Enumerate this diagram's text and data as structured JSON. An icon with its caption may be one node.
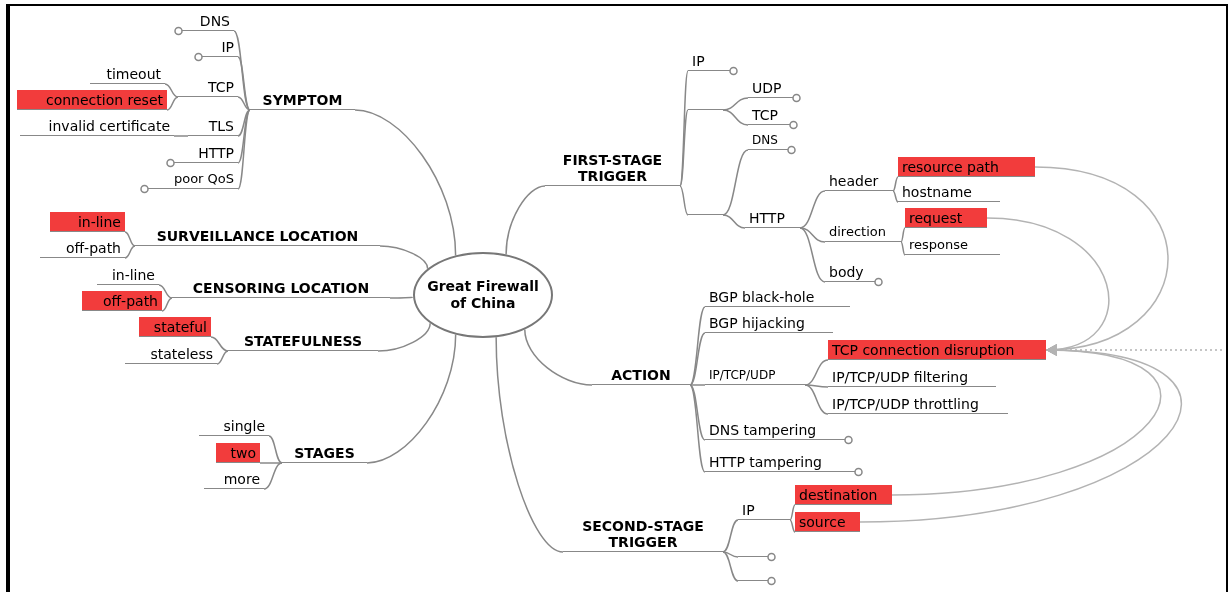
{
  "diagram": {
    "nodes": [
      {
        "text": [
          "Great Firewall of China"
        ]
      },
      {
        "text": [
          "SYMPTOM"
        ]
      },
      {
        "text": [
          "DNS"
        ]
      },
      {
        "text": [
          "IP"
        ]
      },
      {
        "text": [
          "TCP"
        ]
      },
      {
        "text": [
          "timeout"
        ]
      },
      {
        "text": [
          "connection reset"
        ]
      },
      {
        "text": [
          "TLS"
        ]
      },
      {
        "text": [
          "invalid certificate"
        ]
      },
      {
        "text": [
          "HTTP"
        ]
      },
      {
        "text": [
          "poor QoS"
        ]
      },
      {
        "text": [
          "SURVEILLANCE LOCATION"
        ]
      },
      {
        "text": [
          "in-line"
        ]
      },
      {
        "text": [
          "off-path"
        ]
      },
      {
        "text": [
          "CENSORING LOCATION"
        ]
      },
      {
        "text": [
          "in-line"
        ]
      },
      {
        "text": [
          "off-path"
        ]
      },
      {
        "text": [
          "STATEFULNESS"
        ]
      },
      {
        "text": [
          "stateful"
        ]
      },
      {
        "text": [
          "stateless"
        ]
      },
      {
        "text": [
          "STAGES"
        ]
      },
      {
        "text": [
          "single"
        ]
      },
      {
        "text": [
          "two"
        ]
      },
      {
        "text": [
          "more"
        ]
      },
      {
        "text": [
          "FIRST-STAGE TRIGGER"
        ]
      },
      {
        "text": [
          "IP"
        ]
      },
      {
        "text": [],
        "shape": "bar"
      },
      {
        "text": [
          "UDP"
        ]
      },
      {
        "text": [
          "TCP"
        ]
      },
      {
        "text": [],
        "shape": "bar"
      },
      {
        "text": [
          "DNS"
        ]
      },
      {
        "text": [
          "HTTP"
        ]
      },
      {
        "text": [
          "header"
        ]
      },
      {
        "text": [
          "resource path"
        ]
      },
      {
        "text": [
          "hostname"
        ]
      },
      {
        "text": [
          "direction"
        ]
      },
      {
        "text": [
          "request"
        ]
      },
      {
        "text": [
          "response"
        ]
      },
      {
        "text": [
          "body"
        ]
      },
      {
        "text": [
          "ACTION"
        ]
      },
      {
        "text": [
          "BGP black-hole"
        ]
      },
      {
        "text": [
          "BGP hijacking"
        ]
      },
      {
        "text": [
          "IP/TCP/UDP"
        ]
      },
      {
        "text": [
          "TCP connection disruption"
        ]
      },
      {
        "text": [
          "IP/TCP/UDP filtering"
        ]
      },
      {
        "text": [
          "IP/TCP/UDP throttling"
        ]
      },
      {
        "text": [
          "DNS tampering"
        ]
      },
      {
        "text": [
          "HTTP tampering"
        ]
      },
      {
        "text": [
          "SECOND-STAGE TRIGGER"
        ]
      },
      {
        "text": [
          "IP"
        ]
      },
      {
        "text": [
          "destination"
        ]
      },
      {
        "text": [
          "source"
        ]
      },
      {
        "text": [],
        "shape": "bar"
      },
      {
        "text": [],
        "shape": "bar"
      }
    ],
    "edges": [
      {
        "from": 0,
        "to": 1,
        "arrow": "none"
      },
      {
        "from": 0,
        "to": 11,
        "arrow": "none"
      },
      {
        "from": 0,
        "to": 14,
        "arrow": "none"
      },
      {
        "from": 0,
        "to": 17,
        "arrow": "none"
      },
      {
        "from": 0,
        "to": 20,
        "arrow": "none"
      },
      {
        "from": 0,
        "to": 24,
        "arrow": "none"
      },
      {
        "from": 0,
        "to": 39,
        "arrow": "none"
      },
      {
        "from": 0,
        "to": 48,
        "arrow": "none"
      },
      {
        "from": 1,
        "to": 2,
        "arrow": "none"
      },
      {
        "from": 1,
        "to": 3,
        "arrow": "none"
      },
      {
        "from": 1,
        "to": 4,
        "arrow": "none"
      },
      {
        "from": 1,
        "to": 7,
        "arrow": "none"
      },
      {
        "from": 1,
        "to": 9,
        "arrow": "none"
      },
      {
        "from": 1,
        "to": 10,
        "arrow": "none"
      },
      {
        "from": 4,
        "to": 5,
        "arrow": "none"
      },
      {
        "from": 4,
        "to": 6,
        "arrow": "none"
      },
      {
        "from": 7,
        "to": 8,
        "arrow": "none"
      },
      {
        "from": 11,
        "to": 12,
        "arrow": "none"
      },
      {
        "from": 11,
        "to": 13,
        "arrow": "none"
      },
      {
        "from": 14,
        "to": 15,
        "arrow": "none"
      },
      {
        "from": 14,
        "to": 16,
        "arrow": "none"
      },
      {
        "from": 17,
        "to": 18,
        "arrow": "none"
      },
      {
        "from": 17,
        "to": 19,
        "arrow": "none"
      },
      {
        "from": 20,
        "to": 21,
        "arrow": "none"
      },
      {
        "from": 20,
        "to": 22,
        "arrow": "none"
      },
      {
        "from": 20,
        "to": 23,
        "arrow": "none"
      },
      {
        "from": 24,
        "to": 25,
        "arrow": "none"
      },
      {
        "from": 24,
        "to": 26,
        "arrow": "none"
      },
      {
        "from": 24,
        "to": 29,
        "arrow": "none"
      },
      {
        "from": 26,
        "to": 27,
        "arrow": "none"
      },
      {
        "from": 26,
        "to": 28,
        "arrow": "none"
      },
      {
        "from": 29,
        "to": 30,
        "arrow": "none"
      },
      {
        "from": 29,
        "to": 31,
        "arrow": "none"
      },
      {
        "from": 31,
        "to": 32,
        "arrow": "none"
      },
      {
        "from": 31,
        "to": 35,
        "arrow": "none"
      },
      {
        "from": 31,
        "to": 38,
        "arrow": "none"
      },
      {
        "from": 32,
        "to": 33,
        "arrow": "none"
      },
      {
        "from": 32,
        "to": 34,
        "arrow": "none"
      },
      {
        "from": 35,
        "to": 36,
        "arrow": "none"
      },
      {
        "from": 35,
        "to": 37,
        "arrow": "none"
      },
      {
        "from": 39,
        "to": 40,
        "arrow": "none"
      },
      {
        "from": 39,
        "to": 41,
        "arrow": "none"
      },
      {
        "from": 39,
        "to": 42,
        "arrow": "none"
      },
      {
        "from": 39,
        "to": 46,
        "arrow": "none"
      },
      {
        "from": 39,
        "to": 47,
        "arrow": "none"
      },
      {
        "from": 42,
        "to": 43,
        "arrow": "none"
      },
      {
        "from": 42,
        "to": 44,
        "arrow": "none"
      },
      {
        "from": 42,
        "to": 45,
        "arrow": "none"
      },
      {
        "from": 48,
        "to": 49,
        "arrow": "none"
      },
      {
        "from": 48,
        "to": 52,
        "arrow": "none"
      },
      {
        "from": 48,
        "to": 53,
        "arrow": "none"
      },
      {
        "from": 49,
        "to": 50,
        "arrow": "none"
      },
      {
        "from": 49,
        "to": 51,
        "arrow": "none"
      },
      {
        "from": 33,
        "to": 43,
        "arrow": "to",
        "color": "#b3b3b3"
      },
      {
        "from": 36,
        "to": 43,
        "arrow": "to",
        "color": "#b3b3b3"
      },
      {
        "from": 50,
        "to": 43,
        "arrow": "to",
        "color": "#b3b3b3"
      },
      {
        "from": 51,
        "to": 43,
        "arrow": "to",
        "color": "#b3b3b3"
      },
      {
        "from": null,
        "to": 43,
        "arrow": "to",
        "style": "dashed",
        "color": "#b3b3b3"
      }
    ]
  }
}
